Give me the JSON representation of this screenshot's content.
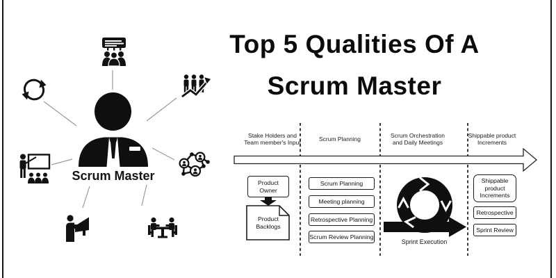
{
  "title": {
    "line1": "Top 5 Qualities Of A",
    "line2": "Scrum Master"
  },
  "left_diagram": {
    "center_label": "Scrum Master",
    "icons": [
      "cycle-arrows-icon",
      "presentation-meeting-icon",
      "team-growth-icon",
      "coaching-icon",
      "announcement-megaphone-icon",
      "meeting-table-icon",
      "people-network-icon"
    ]
  },
  "process": {
    "lanes": [
      {
        "header": "Stake Holders and\nTeam member's Input"
      },
      {
        "header": "Scrum Planning"
      },
      {
        "header": "Scrum Orchestration\nand Daily Meetings"
      },
      {
        "header": "Shippable product\nIncrements"
      }
    ],
    "stakeholder_boxes": {
      "product_owner": "Product\nOwner",
      "product_backlogs": "Product\nBacklogs"
    },
    "planning_boxes": [
      "Scrum Planning",
      "Meeting planning",
      "Retrospective Planning",
      "Scrum Review Planning"
    ],
    "execution_label": "Sprint Execution",
    "increment_boxes": [
      "Shippable\nproduct\nIncrements",
      "Retrospective",
      "Sprint Review"
    ]
  },
  "colors": {
    "ink": "#111111",
    "connector_gray": "#9a9a9a"
  }
}
